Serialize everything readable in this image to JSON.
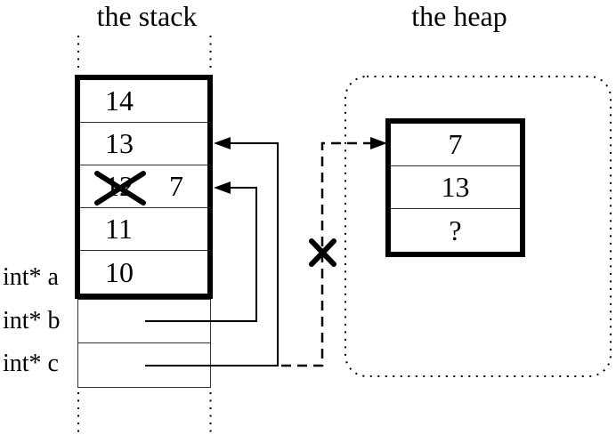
{
  "titles": {
    "stack": "the stack",
    "heap": "the heap"
  },
  "stack": {
    "cells": [
      {
        "value": "14"
      },
      {
        "value": "13"
      },
      {
        "old_value": "12",
        "new_value": "7",
        "crossed_out": true
      },
      {
        "value": "11"
      },
      {
        "value": "10"
      }
    ],
    "pointer_labels": [
      {
        "label": "int* a"
      },
      {
        "label": "int* b"
      },
      {
        "label": "int* c"
      }
    ]
  },
  "heap": {
    "cells": [
      {
        "value": "7"
      },
      {
        "value": "13"
      },
      {
        "value": "?"
      }
    ]
  },
  "colors": {
    "line": "#000000",
    "background": "#ffffff"
  }
}
